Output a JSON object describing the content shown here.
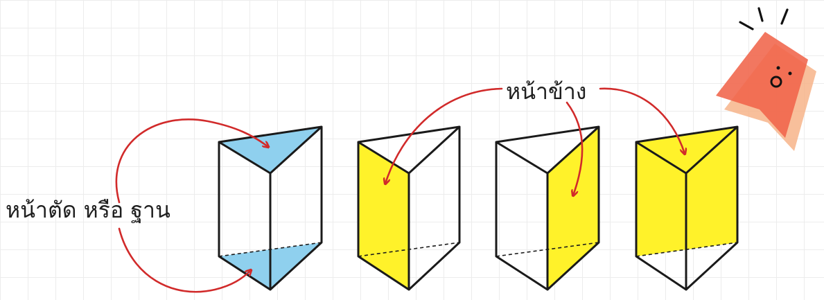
{
  "labels": {
    "bases": "หน้าตัด หรือ ฐาน",
    "lateral_faces": "หน้าข้าง"
  },
  "colors": {
    "base_fill": "#8fd0ee",
    "lateral_fill": "#fff22a",
    "edge": "#1a1a1a",
    "arrow": "#d12a2a",
    "sticker_main": "#f0644a",
    "sticker_shadow": "#f7b48a",
    "grid": "#ececec"
  },
  "prisms": [
    {
      "highlight": "bases"
    },
    {
      "highlight": "left-lateral-face"
    },
    {
      "highlight": "right-lateral-face"
    },
    {
      "highlight": "back-lateral-face"
    }
  ],
  "icons": [
    "bookmark-sticker-icon"
  ]
}
